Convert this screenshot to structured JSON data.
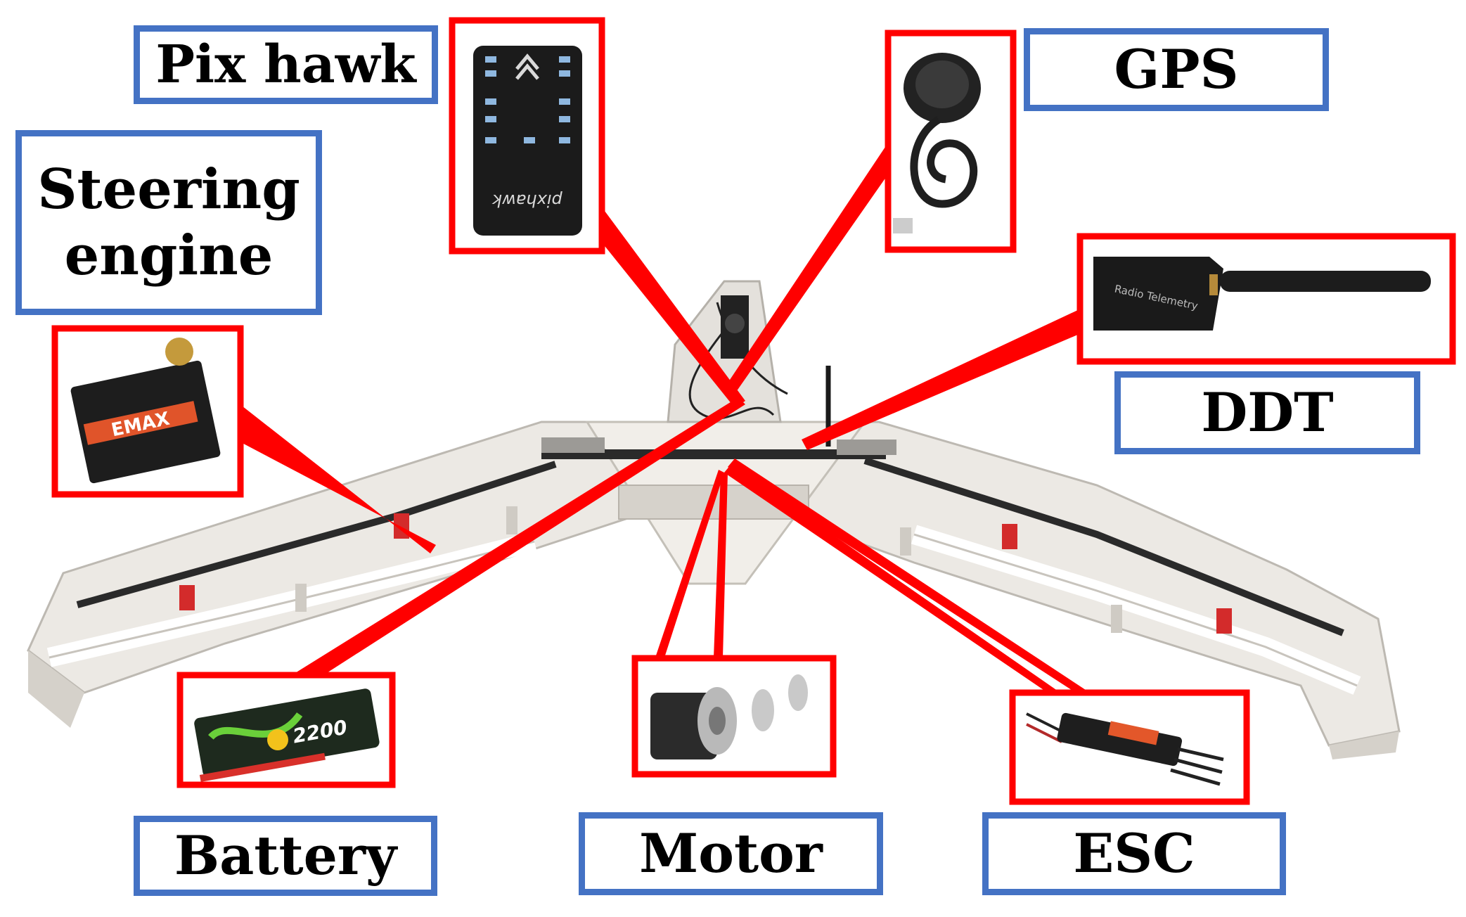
{
  "colors": {
    "label_border": "#4472c4",
    "callout_border": "#ff0000",
    "airframe_fill": "#ece9e4",
    "spar": "#2a2a2a"
  },
  "labels": {
    "pixhawk": "Pix hawk",
    "gps": "GPS",
    "steering_engine_line1": "Steering",
    "steering_engine_line2": "engine",
    "ddt": "DDT",
    "battery": "Battery",
    "motor": "Motor",
    "esc": "ESC"
  },
  "photo_text": {
    "servo_brand": "EMAX",
    "battery_capacity": "2200",
    "controller_brand": "pixhawk",
    "telemetry_text": "Radio Telemetry"
  },
  "components": [
    {
      "id": "pixhawk",
      "icon": "flight-controller-icon"
    },
    {
      "id": "gps",
      "icon": "gps-module-icon"
    },
    {
      "id": "ddt",
      "icon": "radio-telemetry-icon"
    },
    {
      "id": "steering_engine",
      "icon": "servo-icon"
    },
    {
      "id": "battery",
      "icon": "lipo-battery-icon"
    },
    {
      "id": "motor",
      "icon": "brushless-motor-icon"
    },
    {
      "id": "esc",
      "icon": "esc-icon"
    }
  ]
}
